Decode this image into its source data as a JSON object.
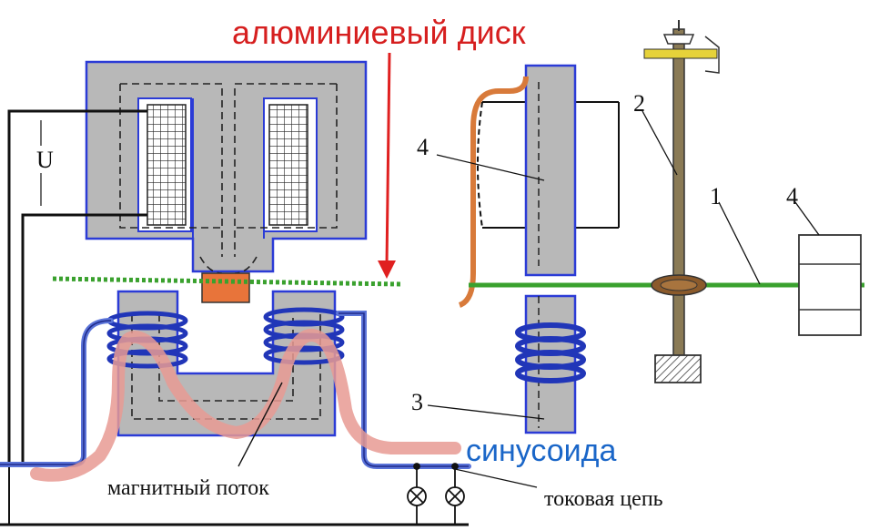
{
  "labels": {
    "aluminum_disk": "алюминиевый диск",
    "sinusoid": "синусоида",
    "magnetic_flux": "магнитный поток",
    "current_circuit": "токовая цепь",
    "voltage": "U",
    "num_1": "1",
    "num_2": "2",
    "num_3": "3",
    "num_4_left": "4",
    "num_4_right": "4"
  },
  "colors": {
    "core_fill": "#b8b8b8",
    "core_outline": "#2b3bd6",
    "disk": "#3aa12e",
    "arrow_red": "#e02020",
    "label_red": "#d61f1f",
    "label_blue": "#1a66c8",
    "current_wire": "#5a73d8",
    "voltage_wire_orange": "#d87a3a",
    "sinusoid_pink": "#e89a93",
    "shaft": "#8a7a55",
    "pivot": "#8b5a2b",
    "brake_pad": "#e8743a",
    "coil_blue": "#2136b8"
  }
}
